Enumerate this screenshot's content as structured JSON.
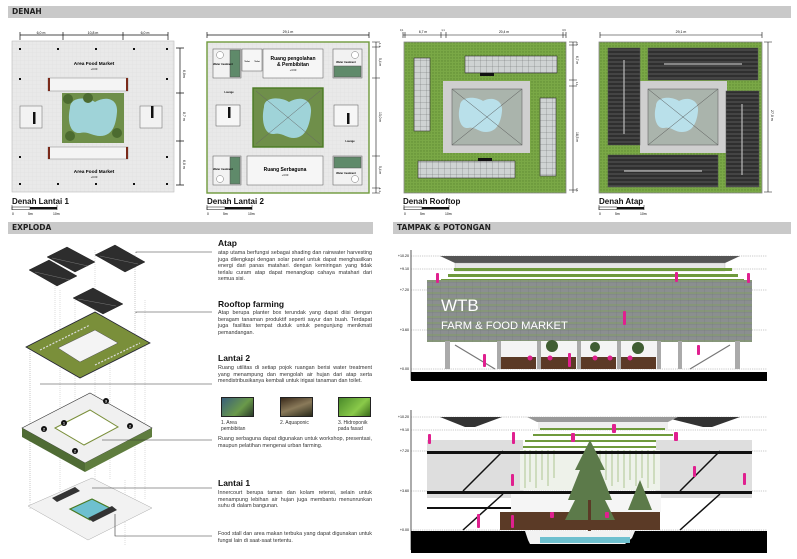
{
  "sections": {
    "denah": "DENAH",
    "exploda": "EXPLODA",
    "tampak": "TAMPAK & POTONGAN"
  },
  "plans": {
    "lantai1": {
      "caption": "Denah Lantai 1",
      "dims_top": [
        "6,0 m",
        "10,8 m",
        "6,0 m"
      ],
      "dims_right": [
        "6,0m",
        "8,7 m",
        "6,0 m"
      ],
      "rooms": [
        {
          "name": "Area Food Market",
          "level": "+0.00"
        },
        {
          "name": "Area Food Market",
          "level": "+0.00"
        }
      ]
    },
    "lantai2": {
      "caption": "Denah Lantai 2",
      "dim_top": "29,1 m",
      "dims_right": [
        "1,1",
        "5,4 m",
        "13,0 m",
        "5,4 m",
        "1,1"
      ],
      "water_treatment": "Water treatment",
      "toilet": "Toilet",
      "level": "+3.60",
      "pengolahan": [
        "Ruang pengolahan",
        "& Pembibitan"
      ],
      "lounge": "Lounge",
      "serbaguna": "Ruang Serbaguna"
    },
    "rooftop": {
      "caption": "Denah Rooftop",
      "dims_top": [
        "0,1",
        "6,7 m",
        "1,1",
        "20,4 m",
        "0,6"
      ],
      "dims_right": [
        "0,5",
        "6,7 m",
        "1,1",
        "18,5 m",
        "0,5"
      ]
    },
    "atap": {
      "caption": "Denah Atap",
      "dim_top": "29,1 m",
      "dim_right": "27,0 m"
    },
    "scale": [
      "0",
      "5m",
      "10m"
    ]
  },
  "exploda": {
    "atap": {
      "title": "Atap",
      "text": "atap utama berfungsi sebagai shading dan rainwater harvesting juga dilengkapi dengan solar panel untuk dapat menghasilkan energi dari panas matahari. dengan kemiringan yang tidak terlalu curam atap dapat menangkap cahaya matahari dari semua sisi."
    },
    "rooftop": {
      "title": "Rooftop farming",
      "text": "Atap berupa planter box terundak yang dapat diisi dengan beragam tanaman produktif seperti sayur dan buah. Terdapat juga fasilitas tempat duduk untuk pengunjung menikmati pemandangan."
    },
    "lantai2": {
      "title": "Lantai 2",
      "text": "Ruang utilitas di setiap pojok ruangan berisi water treatment yang menampung dan mengolah air hujan dari atap serta mendistribusikanya kembali untuk irigasi tanaman dan toilet.",
      "photos": [
        {
          "caption": "1. Area pembibitan"
        },
        {
          "caption": "2. Aquaponic"
        },
        {
          "caption": "3. Hidroponik pada fasad"
        }
      ],
      "text2": "Ruang serbaguna dapat digunakan untuk workshop, presentasi, maupun pelatihan mengenai urban farming."
    },
    "lantai1": {
      "title": "Lantai 1",
      "text": "Innercourt berupa taman dan kolam retensi, selain untuk menampung lebihan air hujan juga membantu menunrunkan suhu di dalam bangunan.",
      "text2": "Food stall dan area makan terbuka yang dapat digunakan untuk fungsi lain di saat-saat tertentu."
    },
    "markers": [
      "1",
      "2",
      "3",
      "2",
      "2"
    ]
  },
  "elevation": {
    "levels": [
      "+10.20",
      "+9.10",
      "+7.20",
      "+3.60",
      "+0.00"
    ],
    "sign_title": "WTB",
    "sign_subtitle": "FARM & FOOD MARKET"
  },
  "section": {
    "levels": [
      "+10.20",
      "+9.10",
      "+7.20",
      "+3.60",
      "+0.00"
    ]
  },
  "colors": {
    "header_bar": "#c9c9c9",
    "green": "#6f9a3c",
    "pool": "#9fd3d8",
    "people": "#e0208f",
    "roof": "#2d2d2d"
  }
}
